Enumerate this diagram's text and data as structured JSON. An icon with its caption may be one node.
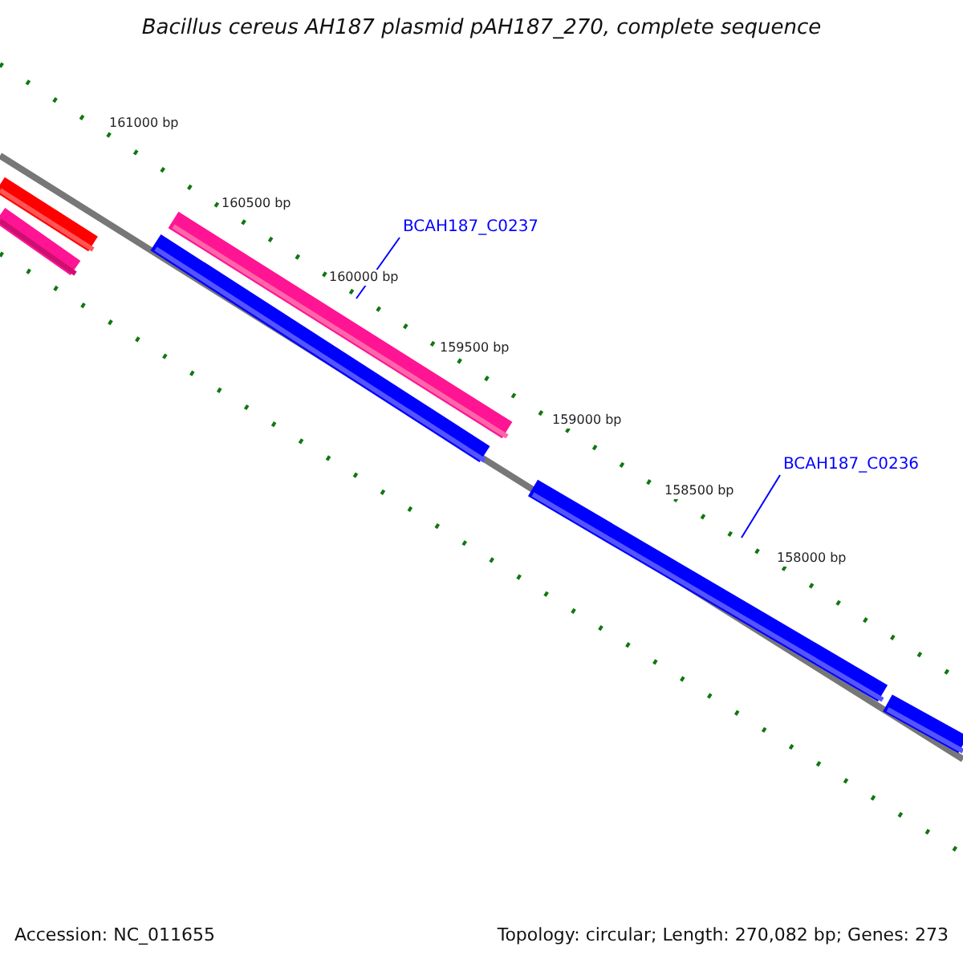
{
  "diagram": {
    "title": "Bacillus cereus AH187 plasmid pAH187_270, complete sequence",
    "nodes": [
      {
        "text": [
          "BCAH187_C0237"
        ]
      },
      {
        "text": [],
        "shape": "bar"
      },
      {
        "text": [
          "BCAH187_C0236"
        ]
      },
      {
        "text": [],
        "shape": "bar"
      }
    ],
    "edges": [
      {
        "from": 0,
        "to": 1,
        "arrow": "none"
      },
      {
        "from": 2,
        "to": 3,
        "arrow": "none"
      }
    ],
    "labels": [
      "161000 bp",
      "160500 bp",
      "160000 bp",
      "159500 bp",
      "159000 bp",
      "158500 bp",
      "158000 bp",
      "Accession: NC_011655",
      "Topology: circular; Length: 270,082 bp; Genes: 273"
    ]
  }
}
